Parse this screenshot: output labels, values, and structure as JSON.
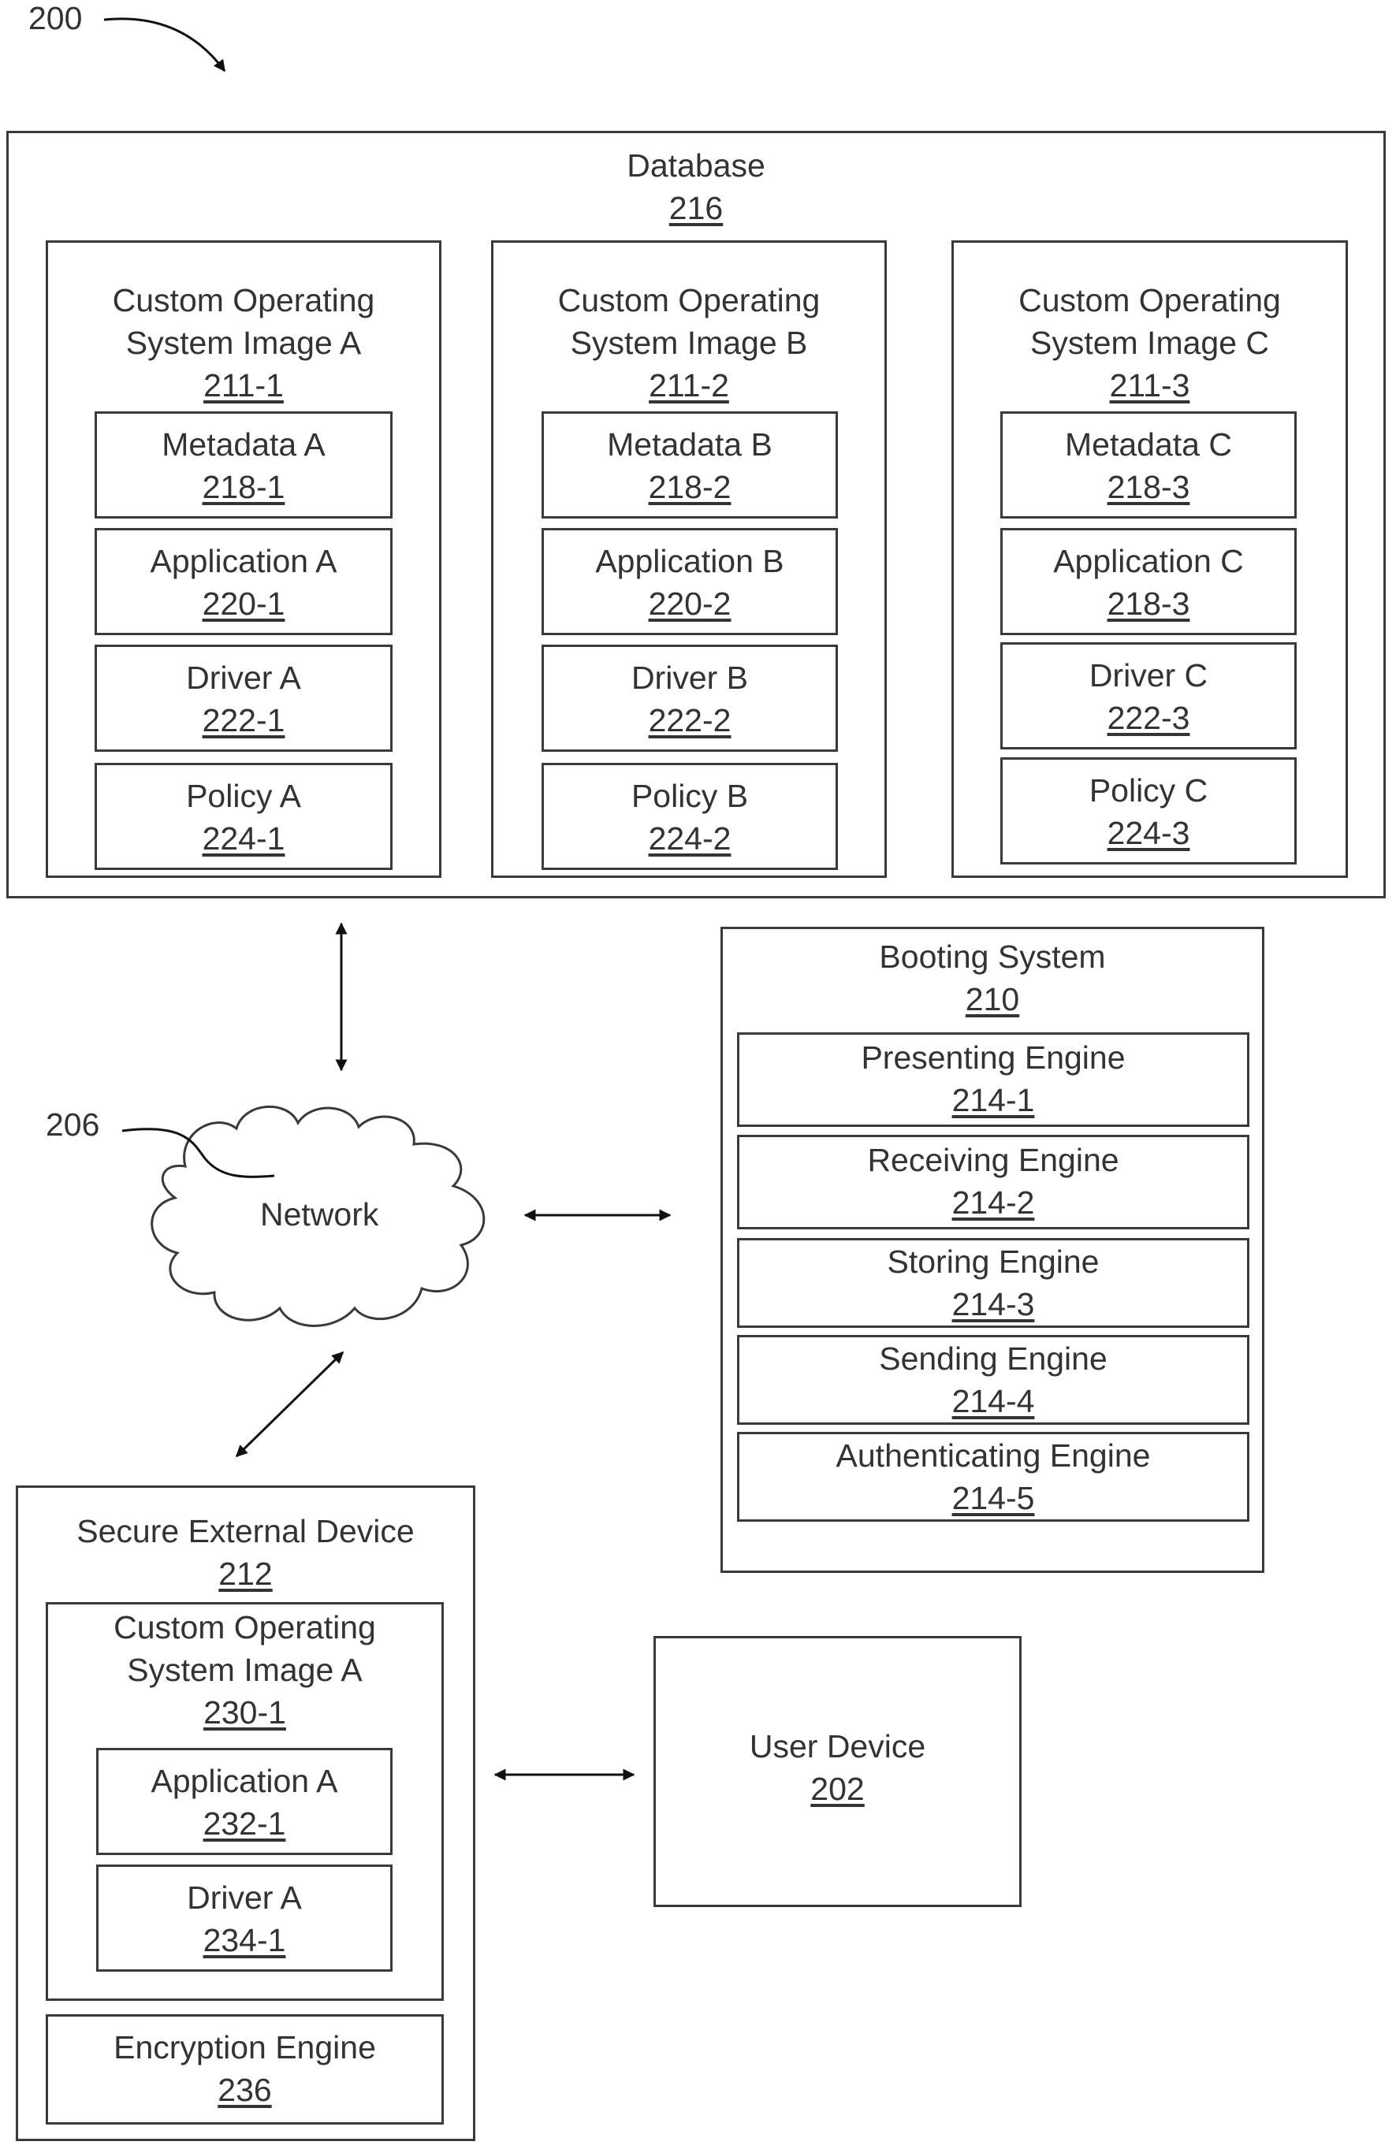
{
  "figure_ref": "200",
  "database": {
    "title": "Database",
    "number": "216",
    "images": [
      {
        "title_line1": "Custom Operating",
        "title_line2": "System Image A",
        "number": "211-1",
        "items": [
          {
            "label": "Metadata A",
            "number": "218-1"
          },
          {
            "label": "Application A",
            "number": "220-1"
          },
          {
            "label": "Driver A",
            "number": "222-1"
          },
          {
            "label": "Policy A",
            "number": "224-1"
          }
        ]
      },
      {
        "title_line1": "Custom Operating",
        "title_line2": "System Image B",
        "number": "211-2",
        "items": [
          {
            "label": "Metadata B",
            "number": "218-2"
          },
          {
            "label": "Application B",
            "number": "220-2"
          },
          {
            "label": "Driver B",
            "number": "222-2"
          },
          {
            "label": "Policy B",
            "number": "224-2"
          }
        ]
      },
      {
        "title_line1": "Custom Operating",
        "title_line2": "System Image C",
        "number": "211-3",
        "items": [
          {
            "label": "Metadata C",
            "number": "218-3"
          },
          {
            "label": "Application C",
            "number": "218-3"
          },
          {
            "label": "Driver C",
            "number": "222-3"
          },
          {
            "label": "Policy C",
            "number": "224-3"
          }
        ]
      }
    ]
  },
  "network": {
    "label": "Network",
    "ref": "206"
  },
  "booting_system": {
    "title": "Booting System",
    "number": "210",
    "engines": [
      {
        "label": "Presenting Engine",
        "number": "214-1"
      },
      {
        "label": "Receiving Engine",
        "number": "214-2"
      },
      {
        "label": "Storing Engine",
        "number": "214-3"
      },
      {
        "label": "Sending Engine",
        "number": "214-4"
      },
      {
        "label": "Authenticating Engine",
        "number": "214-5"
      }
    ]
  },
  "secure_device": {
    "title": "Secure External Device",
    "number": "212",
    "image": {
      "title_line1": "Custom Operating",
      "title_line2": "System Image A",
      "number": "230-1",
      "items": [
        {
          "label": "Application A",
          "number": "232-1"
        },
        {
          "label": "Driver A",
          "number": "234-1"
        }
      ]
    },
    "encryption": {
      "label": "Encryption Engine",
      "number": "236"
    }
  },
  "user_device": {
    "label": "User Device",
    "number": "202"
  }
}
